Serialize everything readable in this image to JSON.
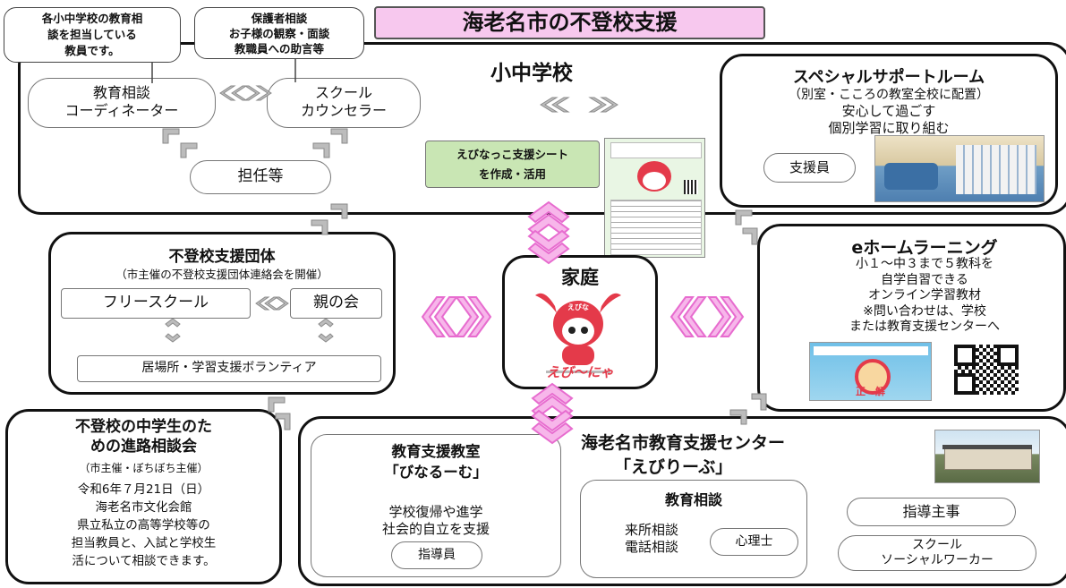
{
  "title": "海老名市の不登校支援",
  "callouts": {
    "teachers": "各小中学校の教育相\n談を担当している\n教員です。",
    "guardians": "保護者相談\nお子様の観察・面談\n教職員への助言等"
  },
  "school": {
    "title": "小中学校",
    "coordinator": "教育相談\nコーディネーター",
    "counselor": "スクール\nカウンセラー",
    "homeroom": "担任等"
  },
  "support_sheet": {
    "label": "えびなっこ支援シート\nを作成・活用"
  },
  "special_room": {
    "title": "スペシャルサポートルーム",
    "subtitle": "（別室・こころの教室全校に配置）",
    "desc": "安心して過ごす\n個別学習に取り組む",
    "staff": "支援員"
  },
  "groups": {
    "title": "不登校支援団体",
    "subtitle": "（市主催の不登校支援団体連絡会を開催）",
    "freeschool": "フリースクール",
    "parents": "親の会",
    "volunteer": "居場所・学習支援ボランティア"
  },
  "home": {
    "title": "家庭",
    "mascot_name": "えび～にゃ",
    "mascot_hat": "えびな"
  },
  "elearning": {
    "title": "eホームラーニング",
    "desc": "小１～中３まで５教科を\n自学自習できる\nオンライン学習教材\n※問い合わせは、学校\nまたは教育支援センターへ",
    "screen_text": "正　解"
  },
  "career": {
    "title": "不登校の中学生のた\nめの進路相談会",
    "subtitle": "（市主催・ぼちぼち主催）",
    "desc": "令和6年７月21日（日）\n海老名市文化会館\n県立私立の高等学校等の\n担当教員と、入試と学校生\n活について相談できます。"
  },
  "center": {
    "title": "海老名市教育支援センター",
    "nickname": "「えびりーぶ」",
    "classroom_title": "教育支援教室\n「びなるーむ」",
    "classroom_desc": "学校復帰や進学\n社会的自立を支援",
    "classroom_staff": "指導員",
    "consult_title": "教育相談",
    "consult_desc": "来所相談\n電話相談",
    "psychologist": "心理士",
    "supervisor": "指導主事",
    "social_worker": "スクール\nソーシャルワーカー"
  },
  "colors": {
    "title_bg": "#f7c8ee",
    "sheet_bg": "#c9e6b4",
    "pink_arrow": "#f07ad8",
    "gray_arrow": "#9a9a9a"
  }
}
